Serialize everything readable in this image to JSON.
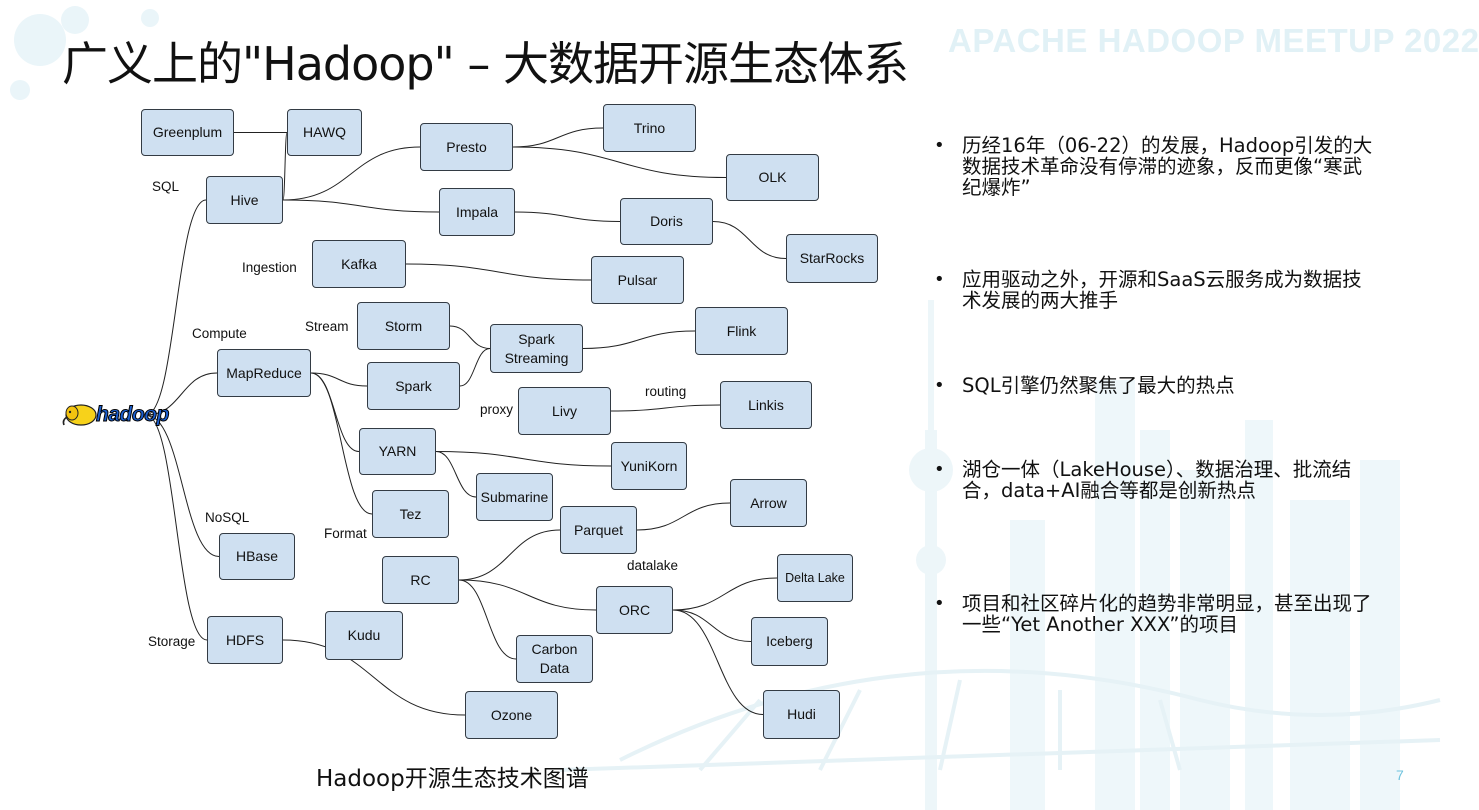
{
  "slide": {
    "title": "广义上的\"Hadoop\" – 大数据开源生态体系",
    "watermark": "APACHE HADOOP MEETUP 2022",
    "caption": "Hadoop开源生态技术图谱",
    "page_number": "7"
  },
  "diagram": {
    "root_logo_text": "hadoop",
    "nodes": [
      {
        "id": "greenplum",
        "text": "Greenplum"
      },
      {
        "id": "hawq",
        "text": "HAWQ"
      },
      {
        "id": "hive",
        "text": "Hive"
      },
      {
        "id": "presto",
        "text": "Presto"
      },
      {
        "id": "trino",
        "text": "Trino"
      },
      {
        "id": "olk",
        "text": "OLK"
      },
      {
        "id": "impala",
        "text": "Impala"
      },
      {
        "id": "doris",
        "text": "Doris"
      },
      {
        "id": "starrocks",
        "text": "StarRocks"
      },
      {
        "id": "kafka",
        "text": "Kafka"
      },
      {
        "id": "pulsar",
        "text": "Pulsar"
      },
      {
        "id": "storm",
        "text": "Storm"
      },
      {
        "id": "spark-streaming",
        "text": "Spark\nStreaming"
      },
      {
        "id": "flink",
        "text": "Flink"
      },
      {
        "id": "mapreduce",
        "text": "MapReduce"
      },
      {
        "id": "spark",
        "text": "Spark"
      },
      {
        "id": "livy",
        "text": "Livy"
      },
      {
        "id": "linkis",
        "text": "Linkis"
      },
      {
        "id": "yarn",
        "text": "YARN"
      },
      {
        "id": "yunikorn",
        "text": "YuniKorn"
      },
      {
        "id": "submarine",
        "text": "Submarine"
      },
      {
        "id": "tez",
        "text": "Tez"
      },
      {
        "id": "arrow",
        "text": "Arrow"
      },
      {
        "id": "parquet",
        "text": "Parquet"
      },
      {
        "id": "hbase",
        "text": "HBase"
      },
      {
        "id": "rc",
        "text": "RC"
      },
      {
        "id": "delta-lake",
        "text": "Delta Lake"
      },
      {
        "id": "orc",
        "text": "ORC"
      },
      {
        "id": "iceberg",
        "text": "Iceberg"
      },
      {
        "id": "kudu",
        "text": "Kudu"
      },
      {
        "id": "carbon-data",
        "text": "Carbon\nData"
      },
      {
        "id": "hdfs",
        "text": "HDFS"
      },
      {
        "id": "hudi",
        "text": "Hudi"
      },
      {
        "id": "ozone",
        "text": "Ozone"
      }
    ],
    "labels": {
      "sql": "SQL",
      "ingestion": "Ingestion",
      "compute": "Compute",
      "stream": "Stream",
      "proxy": "proxy",
      "routing": "routing",
      "nosql": "NoSQL",
      "format": "Format",
      "datalake": "datalake",
      "storage": "Storage"
    },
    "edges": [
      [
        "hadoop",
        "hive"
      ],
      [
        "hadoop",
        "mapreduce"
      ],
      [
        "hadoop",
        "hbase"
      ],
      [
        "hadoop",
        "hdfs"
      ],
      [
        "greenplum",
        "hawq"
      ],
      [
        "hawq",
        "hive"
      ],
      [
        "hive",
        "presto"
      ],
      [
        "hive",
        "impala"
      ],
      [
        "presto",
        "trino"
      ],
      [
        "presto",
        "olk"
      ],
      [
        "impala",
        "doris"
      ],
      [
        "doris",
        "starrocks"
      ],
      [
        "kafka",
        "pulsar"
      ],
      [
        "storm",
        "spark-streaming"
      ],
      [
        "spark-streaming",
        "flink"
      ],
      [
        "spark",
        "spark-streaming"
      ],
      [
        "mapreduce",
        "spark"
      ],
      [
        "mapreduce",
        "yarn"
      ],
      [
        "mapreduce",
        "tez"
      ],
      [
        "livy",
        "linkis"
      ],
      [
        "yarn",
        "yunikorn"
      ],
      [
        "yarn",
        "submarine"
      ],
      [
        "parquet",
        "arrow"
      ],
      [
        "rc",
        "parquet"
      ],
      [
        "rc",
        "orc"
      ],
      [
        "rc",
        "carbon-data"
      ],
      [
        "orc",
        "delta-lake"
      ],
      [
        "orc",
        "iceberg"
      ],
      [
        "orc",
        "hudi"
      ],
      [
        "hdfs",
        "ozone"
      ]
    ]
  },
  "bullets": [
    "历经16年（06-22）的发展，Hadoop引发的大数据技术革命没有停滞的迹象，反而更像“寒武纪爆炸”",
    "应用驱动之外，开源和SaaS云服务成为数据技术发展的两大推手",
    "SQL引擎仍然聚焦了最大的热点",
    "湖仓一体（LakeHouse）、数据治理、批流结合，data+AI融合等都是创新热点",
    "项目和社区碎片化的趋势非常明显，甚至出现了一些“Yet Another XXX”的项目"
  ],
  "colors": {
    "node_fill": "#cfe0f1",
    "node_border": "#333b44",
    "accent": "#6fc3de",
    "watermark": "#e1f1f6"
  }
}
